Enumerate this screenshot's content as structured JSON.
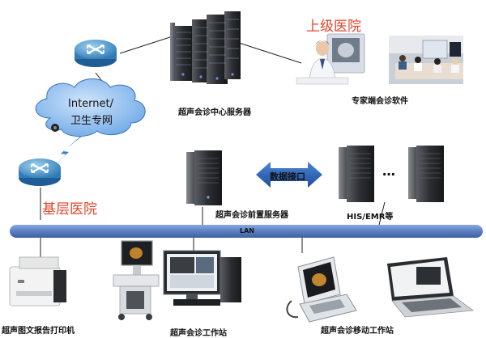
{
  "nodes": {
    "upper_hospital": "上级医院",
    "grassroots_hospital": "基层医院",
    "internet_cloud": {
      "line1": "Internet/",
      "line2": "卫生专网"
    },
    "center_server": "超声会诊中心服务器",
    "expert_software": "专家端会诊软件",
    "data_interface": "数据接口",
    "ellipsis": "…",
    "front_server": "超声会诊前置服务器",
    "his_emr": "HIS/EMR等",
    "lan": "LAN",
    "printer": "超声图文报告打印机",
    "workstation": "超声会诊工作站",
    "mobile_workstation": "超声会诊移动工作站"
  },
  "colors": {
    "accent_red": "#e0452c",
    "router_blue": "#3c8fc9",
    "cloud_blue": "#4d8fd1",
    "lan_bar": "#5b7fc2",
    "arrow_blue": "#2f64b5"
  }
}
